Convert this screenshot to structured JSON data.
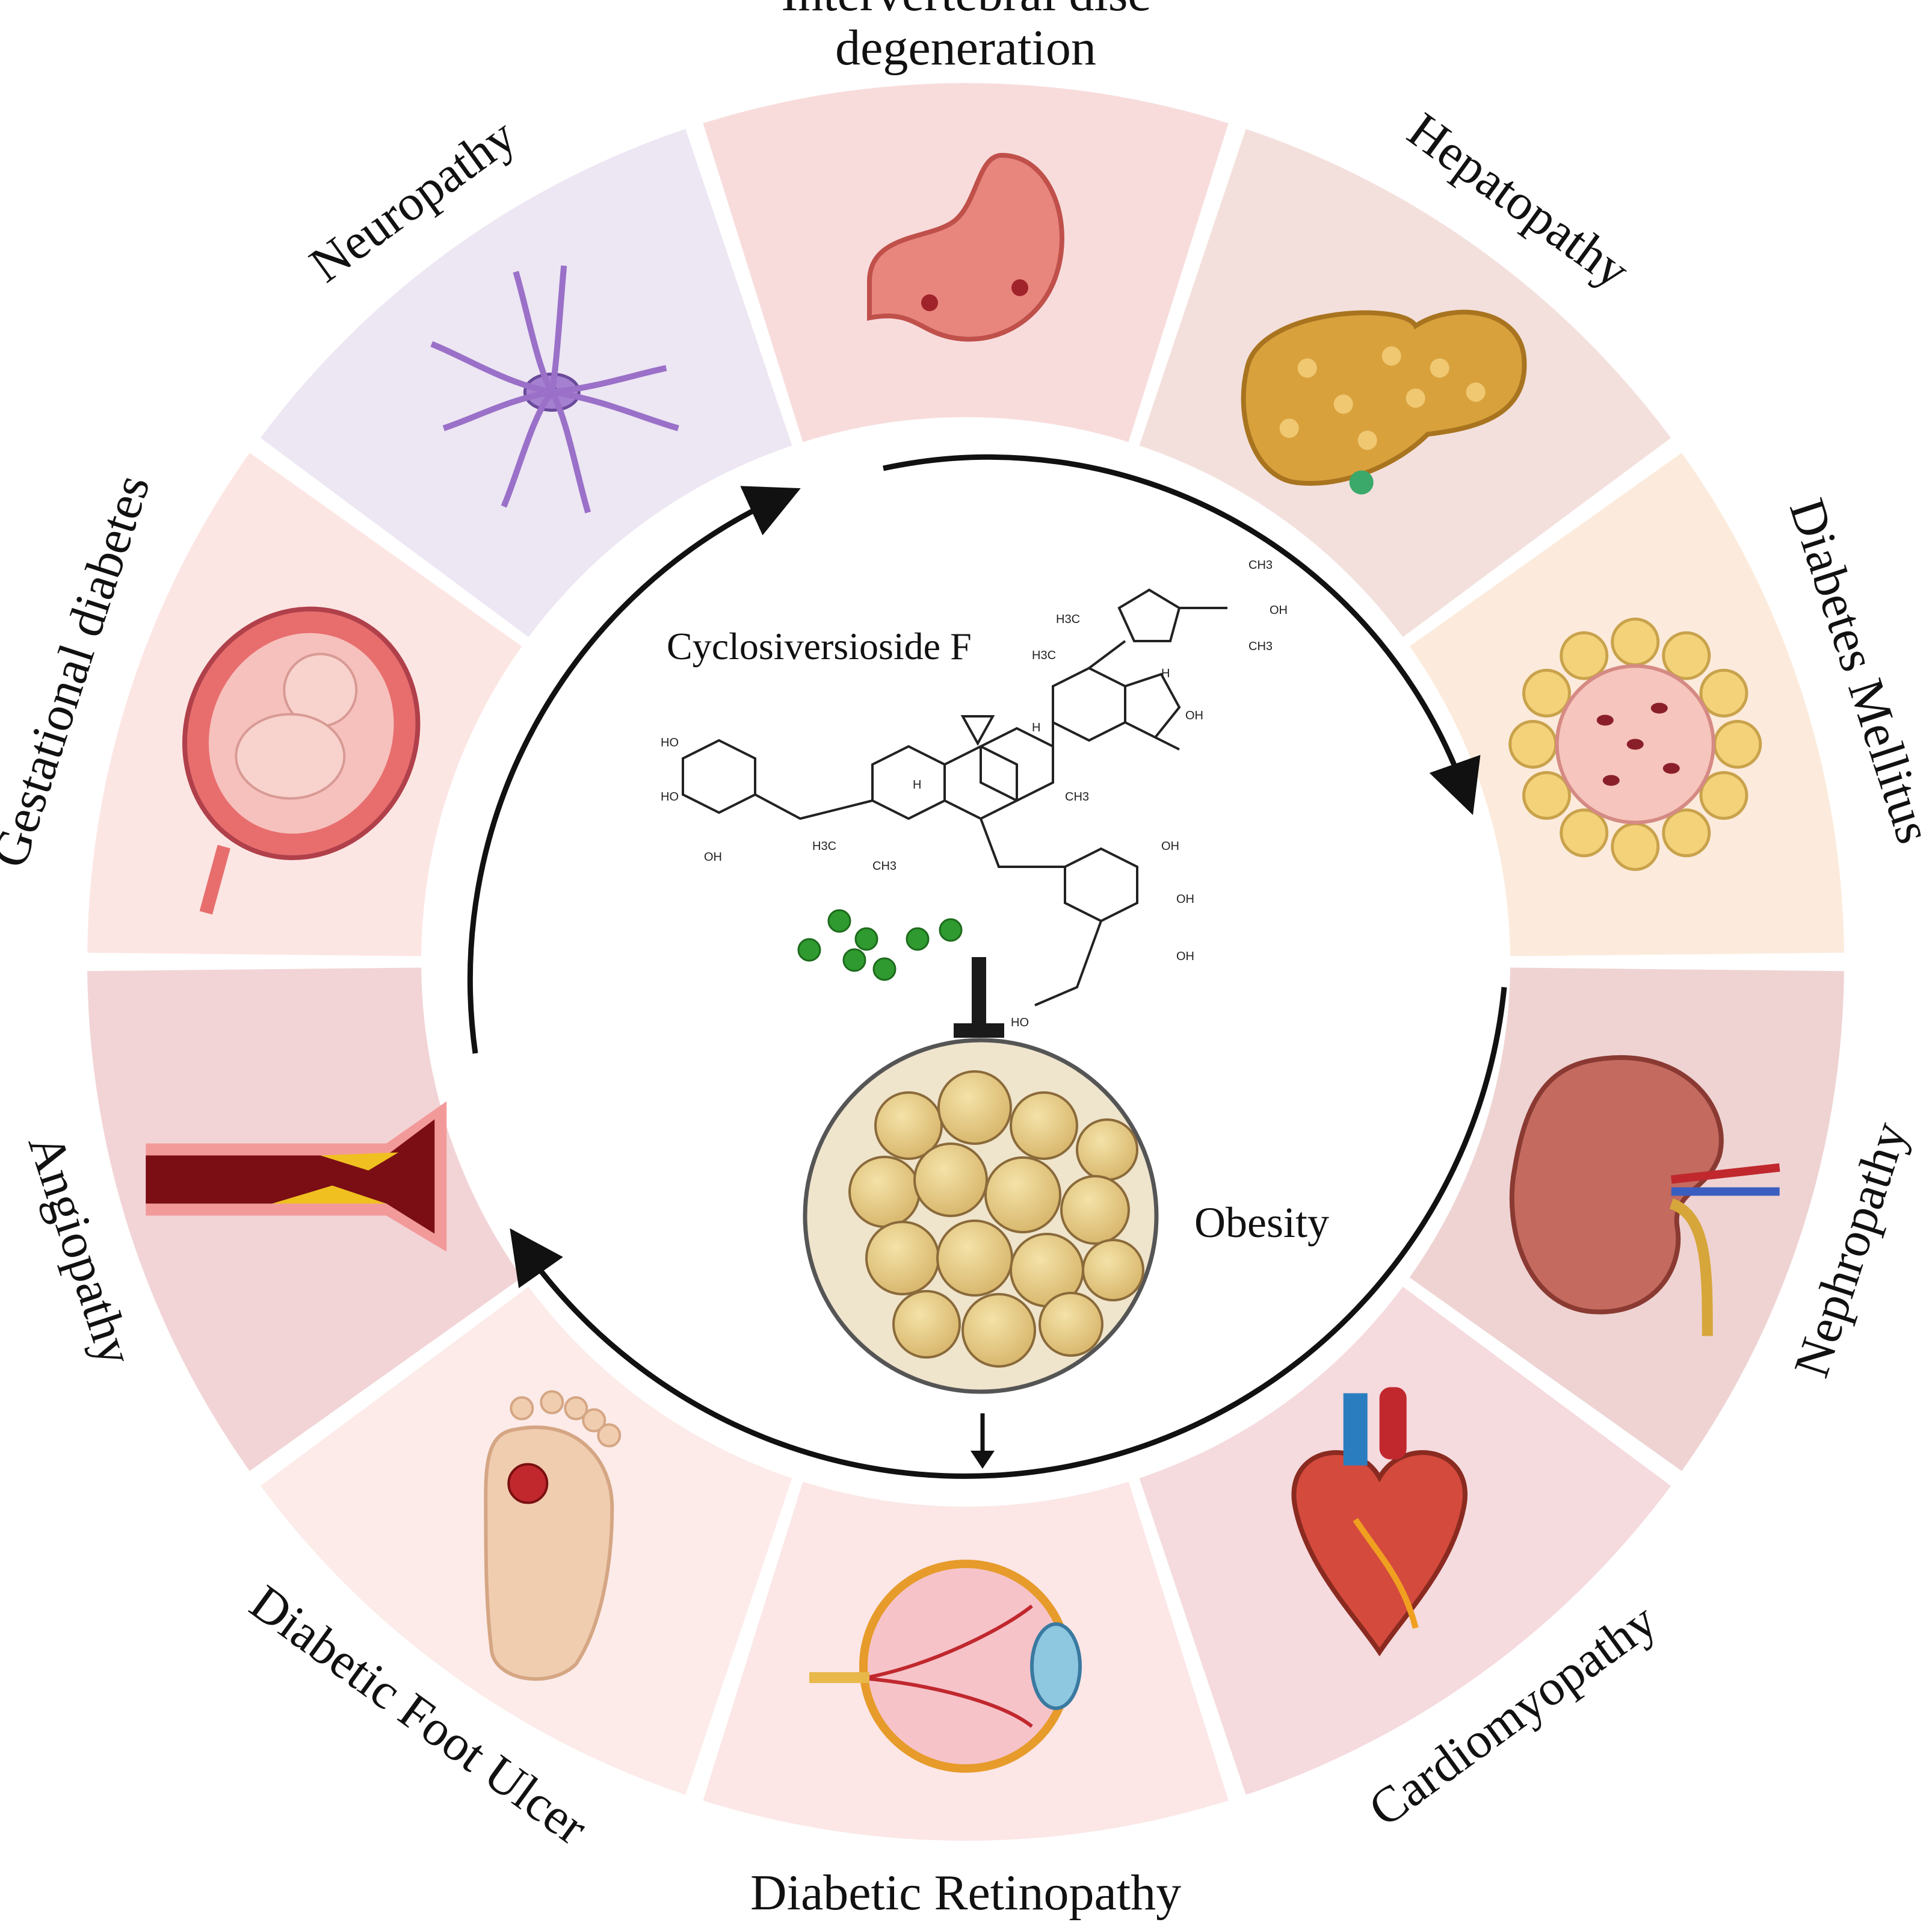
{
  "compound": {
    "name": "Cyclosiversioside F",
    "groups": [
      "HO",
      "HO",
      "OH",
      "H3C",
      "CH3",
      "H",
      "H3C",
      "H",
      "CH3",
      "OH",
      "OH",
      "OH",
      "OH",
      "HO",
      "CH3",
      "H3C",
      "CH3",
      "OH",
      "H"
    ]
  },
  "center_condition": "Obesity",
  "segments": [
    {
      "id": "intervertebral",
      "label_lines": [
        "Intervertebral disc",
        "degeneration"
      ],
      "icon": "stomach-icon",
      "color": "#f8dcdc"
    },
    {
      "id": "hepatopathy",
      "label_lines": [
        "Hepatopathy"
      ],
      "icon": "liver-icon",
      "color": "#f3e0dc"
    },
    {
      "id": "diabetes-mellitus",
      "label_lines": [
        "Diabetes Mellitus"
      ],
      "icon": "pancreatic-islet-icon",
      "color": "#fcebdc"
    },
    {
      "id": "nephropathy",
      "label_lines": [
        "Nephropathy"
      ],
      "icon": "kidney-icon",
      "color": "#efd3d3"
    },
    {
      "id": "cardiomyopathy",
      "label_lines": [
        "Cardiomyopathy"
      ],
      "icon": "heart-icon",
      "color": "#f5dade"
    },
    {
      "id": "diabetic-retinopathy",
      "label_lines": [
        "Diabetic Retinopathy"
      ],
      "icon": "eye-icon",
      "color": "#fce6e6"
    },
    {
      "id": "diabetic-foot-ulcer",
      "label_lines": [
        "Diabetic Foot Ulcer"
      ],
      "icon": "foot-ulcer-icon",
      "color": "#fcebe9"
    },
    {
      "id": "angiopathy",
      "label_lines": [
        "Angiopathy"
      ],
      "icon": "artery-plaque-icon",
      "color": "#f2d4d6"
    },
    {
      "id": "gestational-diabetes",
      "label_lines": [
        "Gestational diabetes"
      ],
      "icon": "fetus-uterus-icon",
      "color": "#fce6e4"
    },
    {
      "id": "neuropathy",
      "label_lines": [
        "Neuropathy"
      ],
      "icon": "neuron-icon",
      "color": "#ede6f3"
    }
  ]
}
